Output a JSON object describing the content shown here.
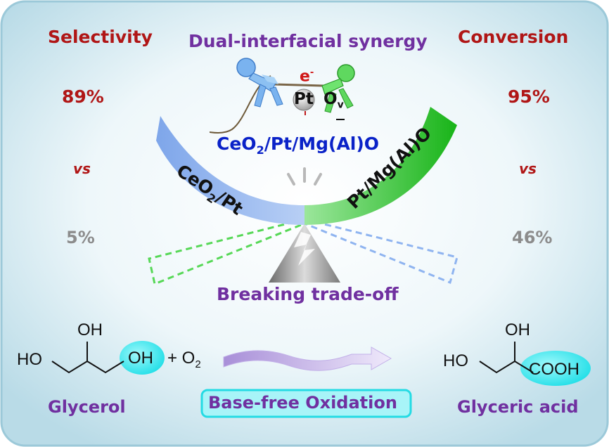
{
  "left": {
    "heading": "Selectivity",
    "top_value": "89%",
    "vs": "vs",
    "bottom_value": "5%"
  },
  "right": {
    "heading": "Conversion",
    "top_value": "95%",
    "vs": "vs",
    "bottom_value": "46%"
  },
  "title": "Dual-interfacial synergy",
  "figure": {
    "electron": "e",
    "electron_sup": "-",
    "pt": "Pt",
    "ov": "O",
    "ov_sub": "v"
  },
  "catalyst": {
    "pre": "CeO",
    "sub": "2",
    "post": "/Pt/Mg(Al)O"
  },
  "arc_left": {
    "pre": "CeO",
    "sub": "2",
    "post": "/Pt"
  },
  "arc_right": "Pt/Mg(Al)O",
  "balance_caption": "Breaking trade-off",
  "reaction": {
    "reactant_oh_top": "OH",
    "reactant_ho": "HO",
    "reactant_oh_right": "OH",
    "plus": "+ O",
    "o2_sub": "2",
    "reactant_name": "Glycerol",
    "product_oh_top": "OH",
    "product_ho": "HO",
    "product_cooh": "COOH",
    "product_name": "Glyceric acid",
    "condition": "Base-free Oxidation"
  },
  "colors": {
    "frame_bg": "#c9e4ee",
    "red": "#b01616",
    "purple": "#7030a0",
    "blue_text": "#0a22c8",
    "arc_blue": "#8fb4f0",
    "arc_green": "#27c027",
    "cyan": "#36ecf2",
    "gray": "#8c8c8c"
  }
}
